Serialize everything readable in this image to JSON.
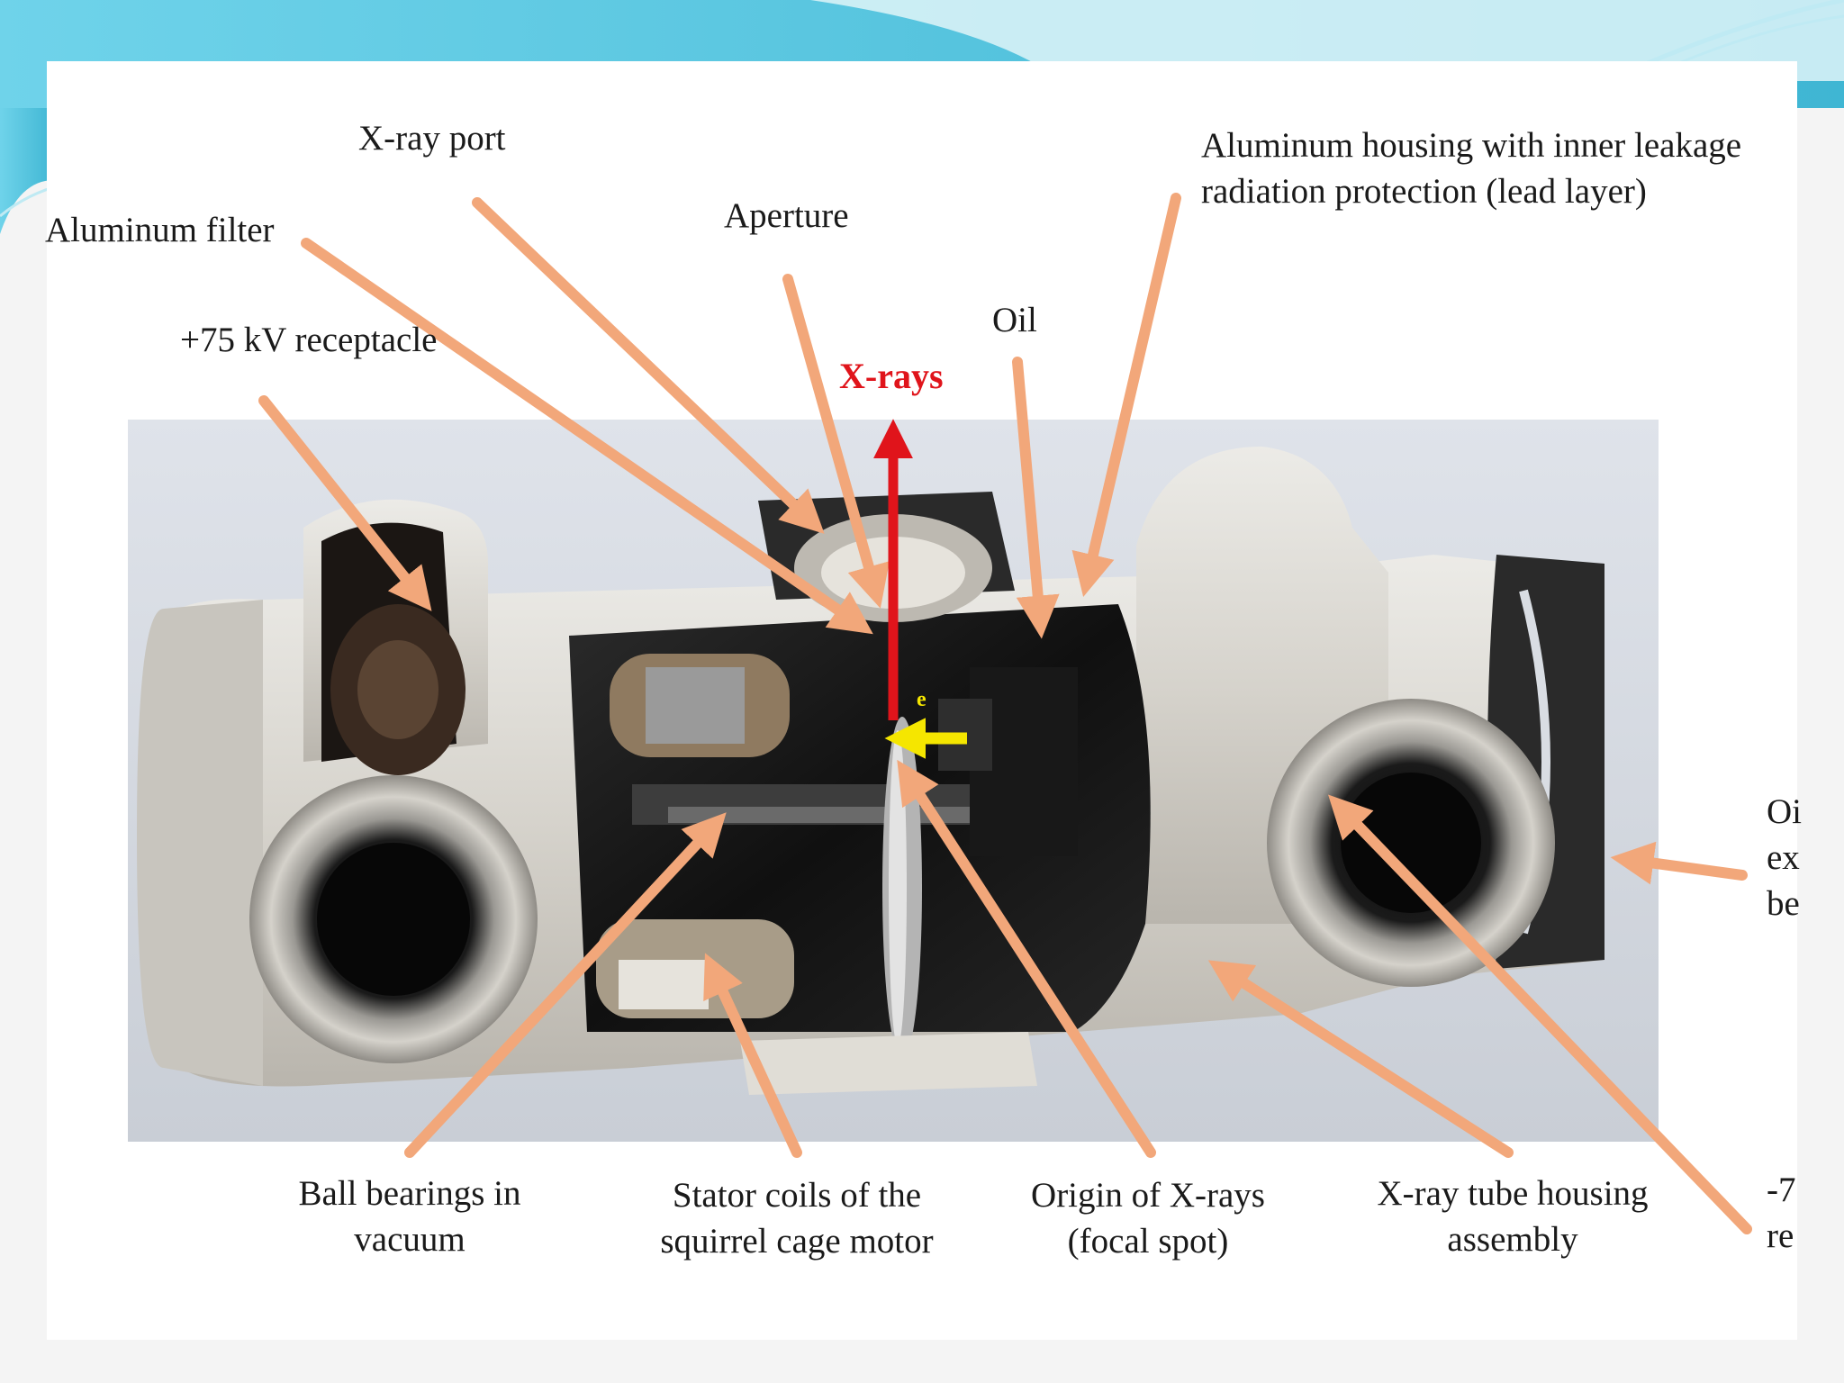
{
  "labels": {
    "xray_port": "X-ray port",
    "aluminum_filter": "Aluminum filter",
    "receptacle_positive": "+75 kV receptacle",
    "aperture": "Aperture",
    "oil": "Oil",
    "aluminum_housing": "Aluminum housing with inner leakage\nradiation protection (lead layer)",
    "xrays": "X-rays",
    "electron": "e",
    "ball_bearings": "Ball bearings in\nvacuum",
    "stator_coils": "Stator coils of the\nsquirrel cage motor",
    "origin_xrays": "Origin of X-rays\n(focal spot)",
    "tube_housing": "X-ray tube housing\nassembly",
    "right_edge_upper": "Oi\nex\nbe",
    "right_edge_lower": "-7\nre"
  },
  "colors": {
    "arrow": "#f2a77a",
    "xray_arrow": "#e0141b",
    "electron_arrow": "#f5e600",
    "housing": "#d8d5cf",
    "interior": "#141414",
    "slide_background": "#ffffff",
    "template_accent": "#5cc8e0"
  }
}
